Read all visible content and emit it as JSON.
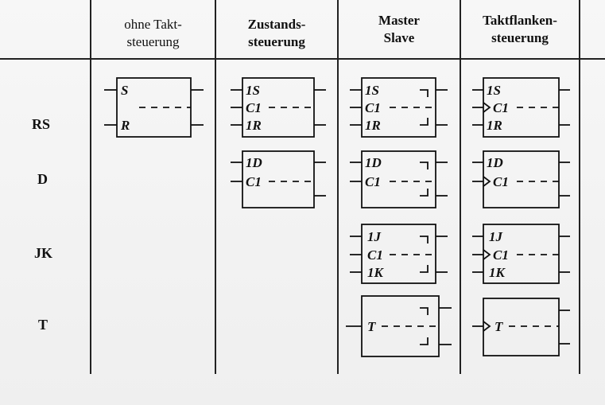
{
  "headers": {
    "col1": [
      "ohne Takt-",
      "steuerung"
    ],
    "col2": [
      "Zustands-",
      "steuerung"
    ],
    "col3": [
      "Master",
      "Slave"
    ],
    "col4": [
      "Taktflanken-",
      "steuerung"
    ]
  },
  "rows": [
    "RS",
    "D",
    "JK",
    "T"
  ],
  "symbols": {
    "rs_plain": [
      "S",
      "R"
    ],
    "rs_state": [
      "1S",
      "C1",
      "1R"
    ],
    "rs_ms": [
      "1S",
      "C1",
      "1R"
    ],
    "rs_edge": [
      "1S",
      "C1",
      "1R"
    ],
    "d_state": [
      "1D",
      "C1"
    ],
    "d_ms": [
      "1D",
      "C1"
    ],
    "d_edge": [
      "1D",
      "C1"
    ],
    "jk_ms": [
      "1J",
      "C1",
      "1K"
    ],
    "jk_edge": [
      "1J",
      "C1",
      "1K"
    ],
    "t_ms": [
      "T"
    ],
    "t_edge": [
      "T"
    ]
  }
}
